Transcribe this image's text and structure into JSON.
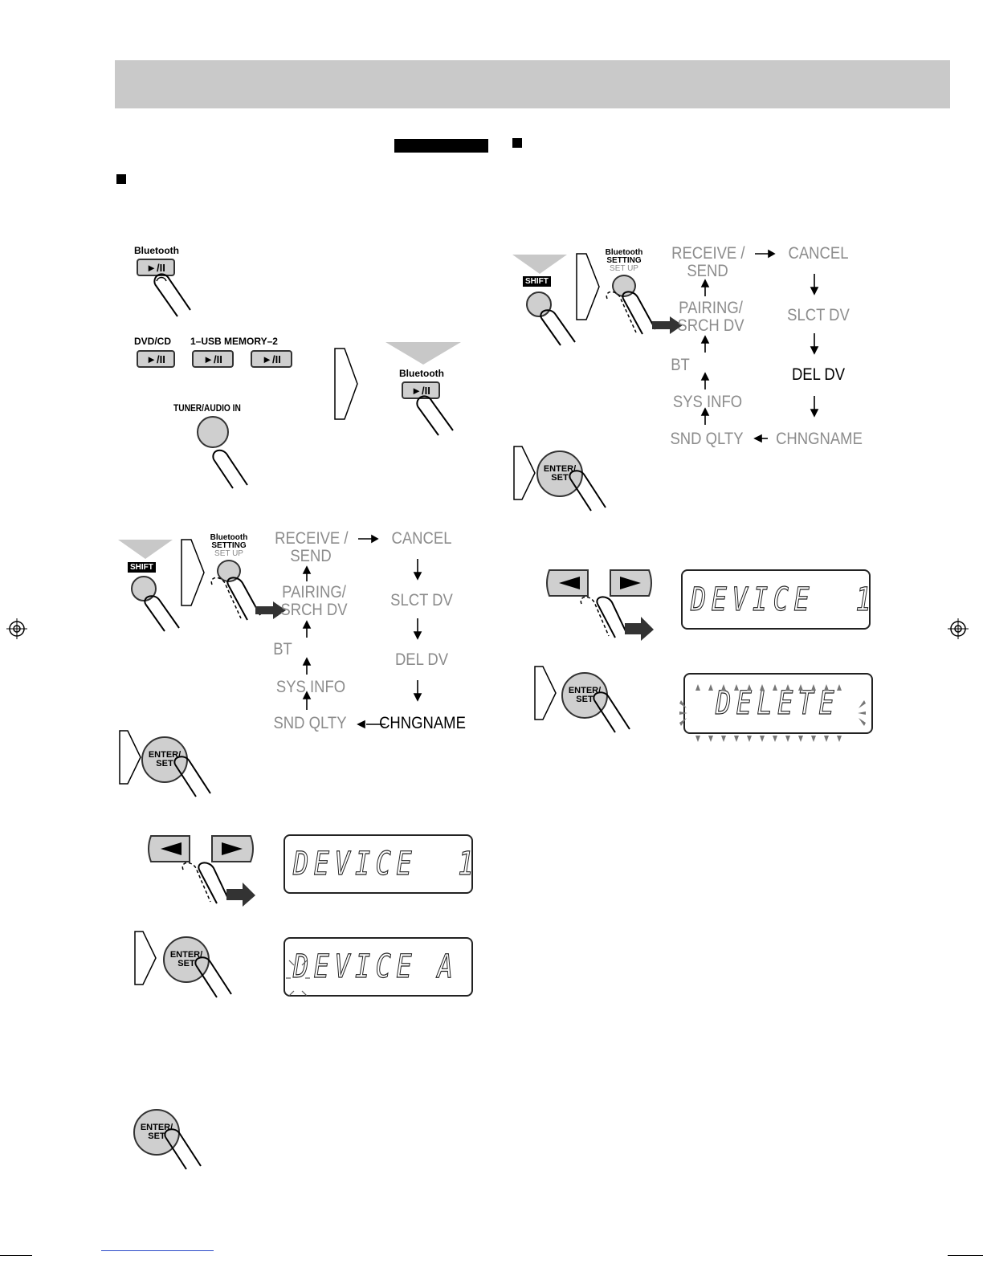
{
  "buttons": {
    "bluetooth_label": "Bluetooth",
    "play_pause_symbol": "►/II",
    "dvd_cd_label": "DVD/CD",
    "usb_memory_label": "1–USB MEMORY–2",
    "tuner_label": "TUNER/AUDIO IN",
    "shift_label": "SHIFT",
    "bt_setting_line1": "Bluetooth",
    "bt_setting_line2": "SETTING",
    "bt_setting_line3": "SET UP",
    "enter_line1": "ENTER/",
    "enter_line2": "SET"
  },
  "menu": {
    "receive_send_1": "RECEIVE /",
    "receive_send_2": "SEND",
    "cancel": "CANCEL",
    "pairing_1": "PAIRING/",
    "pairing_2": "SRCH DV",
    "slct_dv": "SLCT DV",
    "bt": "BT",
    "del_dv": "DEL DV",
    "sys_info": "SYS  INFO",
    "snd_qlty": "SND QLTY",
    "chngname": "CHNGNAME"
  },
  "displays": {
    "device_1": "DEVICE  1",
    "device_a": "DEVICE A",
    "delete": "DELETE"
  },
  "icons": {
    "play_pause": "play-pause-icon",
    "left": "left-arrow-icon",
    "right": "right-arrow-icon",
    "finger": "finger-icon",
    "step": "step-chevron-icon",
    "register": "registration-mark-icon"
  }
}
